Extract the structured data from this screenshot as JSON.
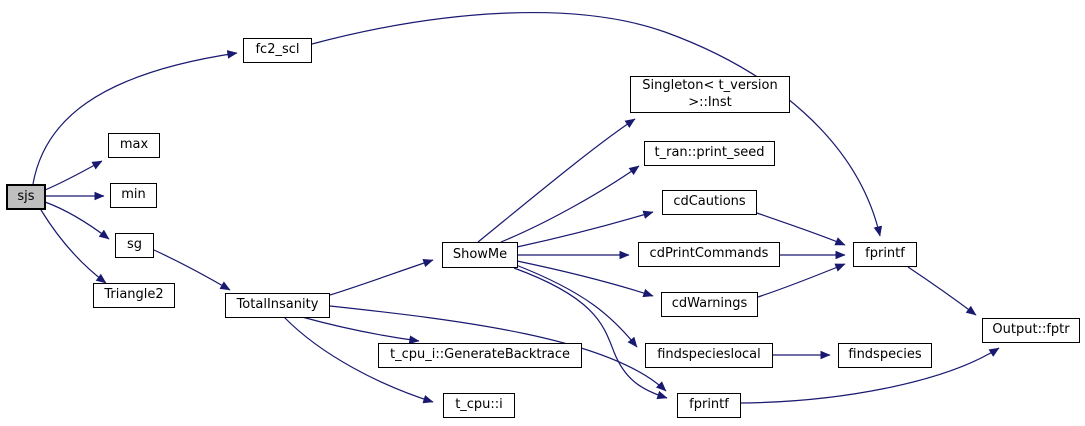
{
  "diagram": {
    "type": "doxygen-call-graph",
    "colors": {
      "background": "#ffffff",
      "edge": "#191970",
      "node_fill": "#ffffff",
      "node_border": "#000000",
      "root_fill": "#bfbfbf"
    },
    "nodes": {
      "sjs": {
        "label": "sjs",
        "is_root": true
      },
      "fc2_scl": {
        "label": "fc2_scl"
      },
      "max": {
        "label": "max"
      },
      "min": {
        "label": "min"
      },
      "sg": {
        "label": "sg"
      },
      "triangle2": {
        "label": "Triangle2"
      },
      "totalinsanity": {
        "label": "TotalInsanity"
      },
      "showme": {
        "label": "ShowMe"
      },
      "singleton_inst": {
        "label": "Singleton< t_version >::Inst"
      },
      "t_ran_print_seed": {
        "label": "t_ran::print_seed"
      },
      "cdcautions": {
        "label": "cdCautions"
      },
      "cdprintcommands": {
        "label": "cdPrintCommands"
      },
      "cdwarnings": {
        "label": "cdWarnings"
      },
      "findspecieslocal": {
        "label": "findspecieslocal"
      },
      "findspecies": {
        "label": "findspecies"
      },
      "fprintf_top": {
        "label": "fprintf"
      },
      "fprintf_bottom": {
        "label": "fprintf"
      },
      "output_fptr": {
        "label": "Output::fptr"
      },
      "generate_backtrace": {
        "label": "t_cpu_i::GenerateBacktrace"
      },
      "t_cpu_i": {
        "label": "t_cpu::i"
      }
    },
    "edges": [
      {
        "from": "sjs",
        "to": "fc2_scl"
      },
      {
        "from": "sjs",
        "to": "max"
      },
      {
        "from": "sjs",
        "to": "min"
      },
      {
        "from": "sjs",
        "to": "sg"
      },
      {
        "from": "sjs",
        "to": "triangle2"
      },
      {
        "from": "sg",
        "to": "totalinsanity"
      },
      {
        "from": "totalinsanity",
        "to": "showme"
      },
      {
        "from": "totalinsanity",
        "to": "fprintf_bottom"
      },
      {
        "from": "totalinsanity",
        "to": "generate_backtrace"
      },
      {
        "from": "totalinsanity",
        "to": "t_cpu_i"
      },
      {
        "from": "showme",
        "to": "singleton_inst"
      },
      {
        "from": "showme",
        "to": "t_ran_print_seed"
      },
      {
        "from": "showme",
        "to": "cdcautions"
      },
      {
        "from": "showme",
        "to": "cdprintcommands"
      },
      {
        "from": "showme",
        "to": "cdwarnings"
      },
      {
        "from": "showme",
        "to": "findspecieslocal"
      },
      {
        "from": "showme",
        "to": "fprintf_bottom"
      },
      {
        "from": "fc2_scl",
        "to": "fprintf_top"
      },
      {
        "from": "cdcautions",
        "to": "fprintf_top"
      },
      {
        "from": "cdprintcommands",
        "to": "fprintf_top"
      },
      {
        "from": "cdwarnings",
        "to": "fprintf_top"
      },
      {
        "from": "findspecieslocal",
        "to": "findspecies"
      },
      {
        "from": "fprintf_top",
        "to": "output_fptr"
      },
      {
        "from": "fprintf_bottom",
        "to": "output_fptr"
      }
    ]
  }
}
